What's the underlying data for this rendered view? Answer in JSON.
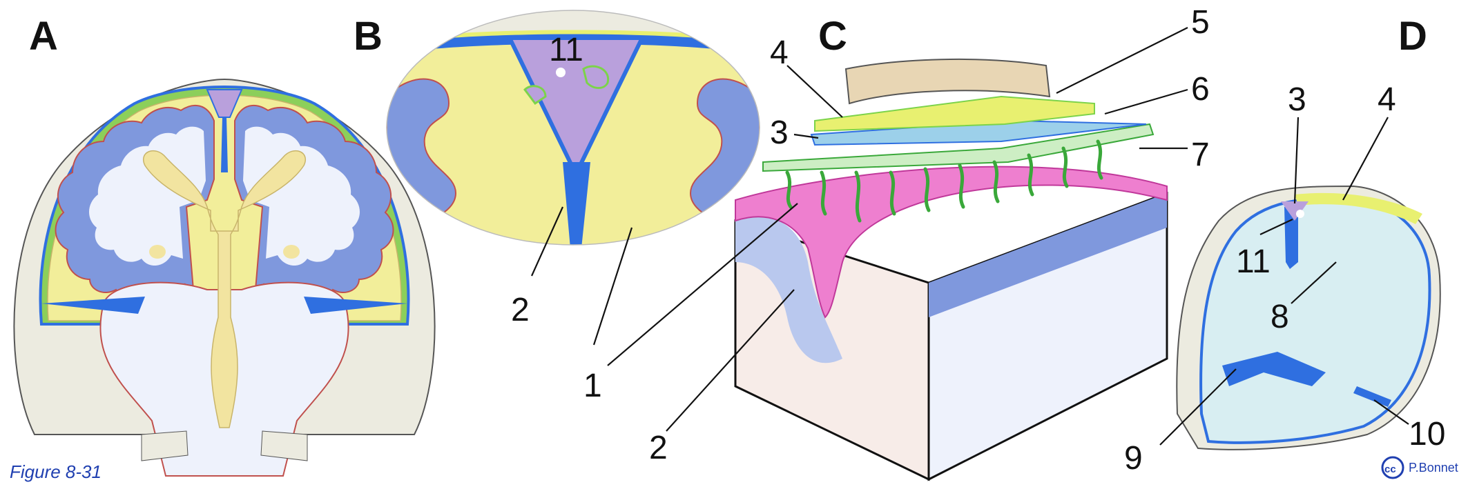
{
  "figure": {
    "caption": "Figure 8-31",
    "credit": "P.Bonnet",
    "cc_mark": "cc"
  },
  "panels": {
    "a": "A",
    "b": "B",
    "c": "C",
    "d": "D"
  },
  "labels": {
    "b_11": "11",
    "b_2": "2",
    "b_1": "1",
    "c_1": "1",
    "c_2": "2",
    "c_3": "3",
    "c_4": "4",
    "c_5": "5",
    "c_6": "6",
    "c_7": "7",
    "d_3": "3",
    "d_4": "4",
    "d_11": "11",
    "d_8": "8",
    "d_9": "9",
    "d_10": "10"
  },
  "colors": {
    "skull": "#ecebe0",
    "dura_blue": "#2f6fe0",
    "arachnoid_yellow": "#f2ee9a",
    "pia_green": "#7cd34a",
    "cortex": "#7f98dd",
    "white_matter": "#eef2fc",
    "ventricle": "#f2e4a0",
    "sinus": "#b9a0dc",
    "pia_pink": "#ee7fcf"
  }
}
